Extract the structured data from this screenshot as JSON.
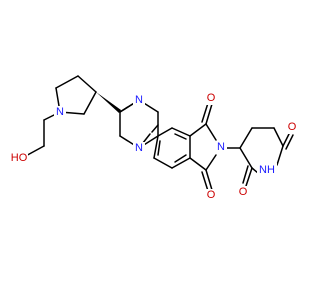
{
  "molecule": {
    "atoms": {
      "O_hydroxyl": {
        "text": "HO",
        "color": "#cc0000"
      },
      "N_pyrrolidine": {
        "text": "N",
        "color": "#1a1aff"
      },
      "N_pip_upper": {
        "text": "N",
        "color": "#1a1aff"
      },
      "N_pip_lower": {
        "text": "N",
        "color": "#1a1aff"
      },
      "O_imide_top": {
        "text": "O",
        "color": "#cc0000"
      },
      "N_imide": {
        "text": "N",
        "color": "#1a1aff"
      },
      "O_imide_bottom": {
        "text": "O",
        "color": "#cc0000"
      },
      "O_glut_top": {
        "text": "O",
        "color": "#cc0000"
      },
      "NH_glut": {
        "text": "NH",
        "color": "#1a1aff"
      },
      "O_glut_bottom": {
        "text": "O",
        "color": "#cc0000"
      }
    },
    "stereo_bond": "wedge",
    "colors": {
      "bond": "#000000",
      "nitrogen": "#1a1aff",
      "oxygen": "#cc0000"
    }
  }
}
